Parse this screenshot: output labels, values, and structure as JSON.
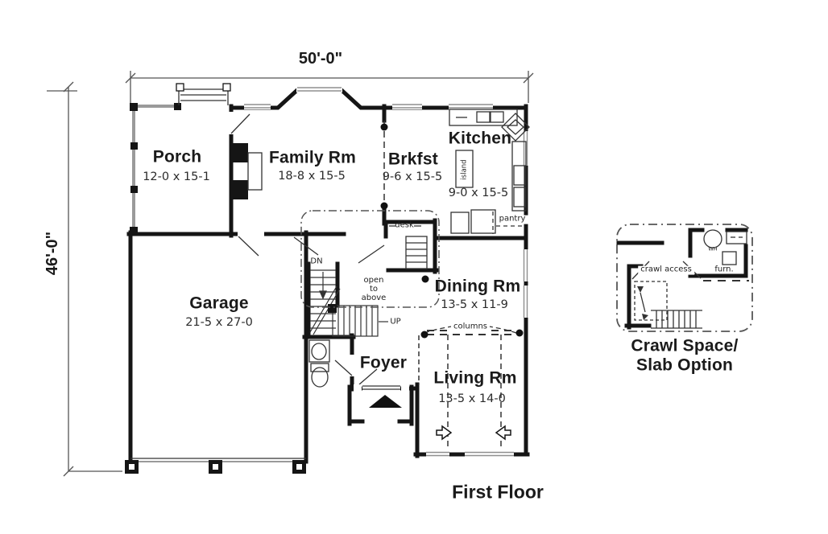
{
  "plan": {
    "overall_width": "50'-0\"",
    "overall_depth": "46'-0\"",
    "floor_label": "First Floor"
  },
  "rooms": {
    "porch": {
      "name": "Porch",
      "dims": "12-0 x 15-1"
    },
    "family": {
      "name": "Family Rm",
      "dims": "18-8 x 15-5"
    },
    "brkfst": {
      "name": "Brkfst",
      "dims": "9-6 x 15-5"
    },
    "kitchen": {
      "name": "Kitchen",
      "dims": "9-0 x 15-5"
    },
    "garage": {
      "name": "Garage",
      "dims": "21-5 x 27-0"
    },
    "dining": {
      "name": "Dining Rm",
      "dims": "13-5 x 11-9"
    },
    "foyer": {
      "name": "Foyer"
    },
    "living": {
      "name": "Living Rm",
      "dims": "13-5 x 14-0"
    }
  },
  "annotations": {
    "down": "DN",
    "up": "UP",
    "open_to_above": "open\nto\nabove",
    "desk": "desk",
    "island": "island",
    "pantry": "pantry",
    "columns": "columns"
  },
  "inset": {
    "title_line1": "Crawl Space/",
    "title_line2": "Slab Option",
    "crawl_access": "crawl access",
    "furnace": "furn.",
    "water_heater": "WH"
  },
  "colors": {
    "ink": "#151515",
    "thin": "#333333",
    "light": "#9a9a9a",
    "paper": "#ffffff"
  }
}
